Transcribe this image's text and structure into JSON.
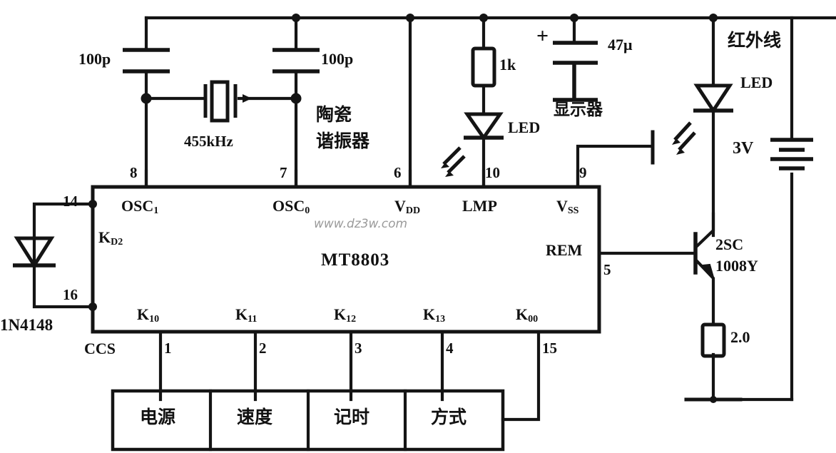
{
  "diagram": {
    "title": "MT8803 infrared remote control transmitter circuit",
    "ic": {
      "name": "MT8803"
    },
    "watermark": "www.dz3w.com"
  },
  "ic_ports": {
    "top": [
      {
        "name": "OSC1_label",
        "text": "OSC",
        "sub": "1",
        "pin": "8"
      },
      {
        "name": "OSC0_label",
        "text": "OSC",
        "sub": "0",
        "pin": "7"
      },
      {
        "name": "VDD_label",
        "text": "V",
        "sub": "DD",
        "pin": "6"
      },
      {
        "name": "LMP_label",
        "text": "LMP",
        "sub": "",
        "pin": "10"
      },
      {
        "name": "VSS_label",
        "text": "V",
        "sub": "SS",
        "pin": "9"
      }
    ],
    "left": [
      {
        "text": "K",
        "sub": "D2",
        "pin_top": "14",
        "pin_bottom": "16"
      }
    ],
    "right": [
      {
        "text": "REM",
        "sub": "",
        "pin": "5"
      }
    ],
    "bottom": [
      {
        "text": "K",
        "sub": "10",
        "pin": "1"
      },
      {
        "text": "K",
        "sub": "11",
        "pin": "2"
      },
      {
        "text": "K",
        "sub": "12",
        "pin": "3"
      },
      {
        "text": "K",
        "sub": "13",
        "pin": "4"
      },
      {
        "text": "K",
        "sub": "00",
        "pin": "15"
      }
    ],
    "ccs_label": "CCS"
  },
  "components": {
    "cap_left": "100p",
    "cap_right": "100p",
    "resonator_value": "455kHz",
    "resonator_name": "陶瓷",
    "resonator_name2": "谐振器",
    "resistor_1k": "1k",
    "led_lamp": "LED",
    "cap_47u": "47μ",
    "display_label": "显示器",
    "ir_label": "红外线",
    "ir_led": "LED",
    "battery": "3V",
    "transistor_l1": "2SC",
    "transistor_l2": "1008Y",
    "resistor_emitter": "2.0",
    "diode": "1N4148",
    "cap_plus": "+"
  },
  "buttons": [
    {
      "label": "电源",
      "pin": "1"
    },
    {
      "label": "速度",
      "pin": "2"
    },
    {
      "label": "记时",
      "pin": "3"
    },
    {
      "label": "方式",
      "pin": "4"
    }
  ],
  "colors": {
    "ink": "#141414",
    "paper": "#ffffff",
    "watermark": "#9a9a9a"
  }
}
